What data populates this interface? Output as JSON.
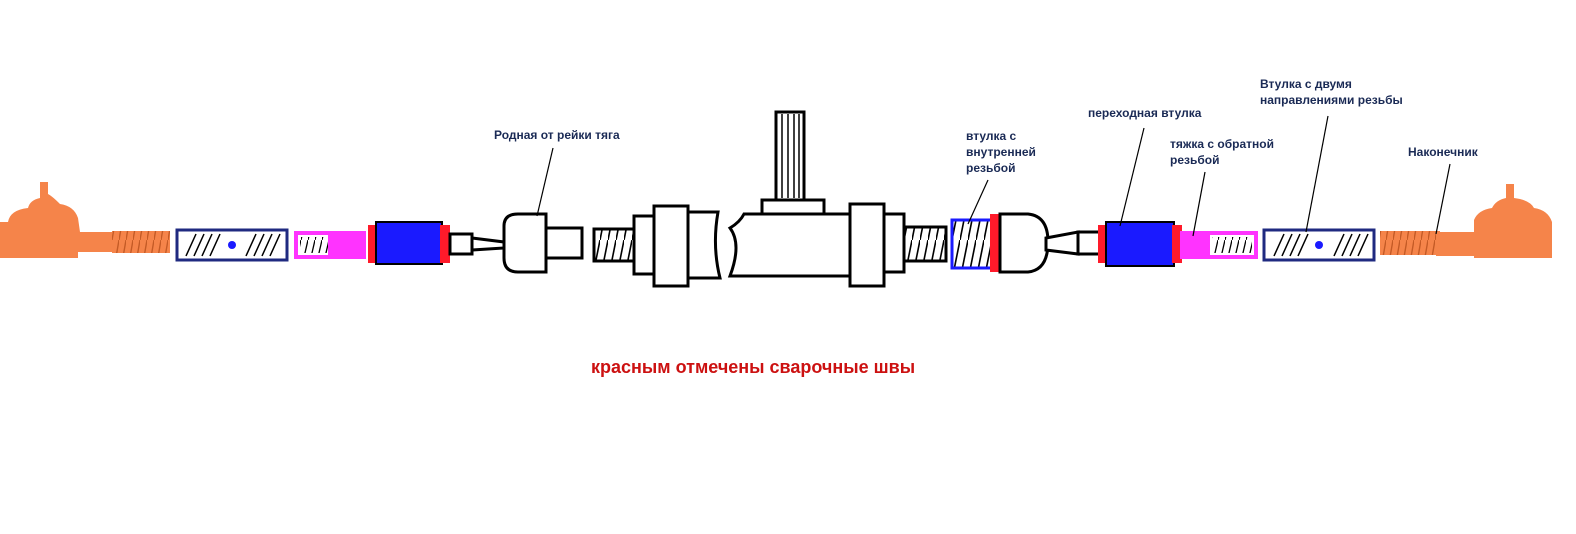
{
  "labels": {
    "native_rod": "Родная от рейки тяга",
    "sleeve_internal": [
      "втулка с",
      "внутренней",
      "резьбой"
    ],
    "adapter_sleeve": "переходная втулка",
    "reverse_rod": [
      "тяжка с обратной",
      "резьбой"
    ],
    "dual_thread_sleeve": [
      "Втулка с двумя",
      "направлениями резьбы"
    ],
    "tip": "Наконечник"
  },
  "caption": "красным отмечены сварочные швы",
  "colors": {
    "outline": "#000000",
    "tie_rod_end": "#f5844a",
    "sleeve_blue": "#1a1aff",
    "sleeve_dark": "#1f2a80",
    "weld": "#ff1a2a",
    "magenta": "#ff33ff",
    "caption": "#cc1111",
    "label_text": "#1a2a55"
  }
}
